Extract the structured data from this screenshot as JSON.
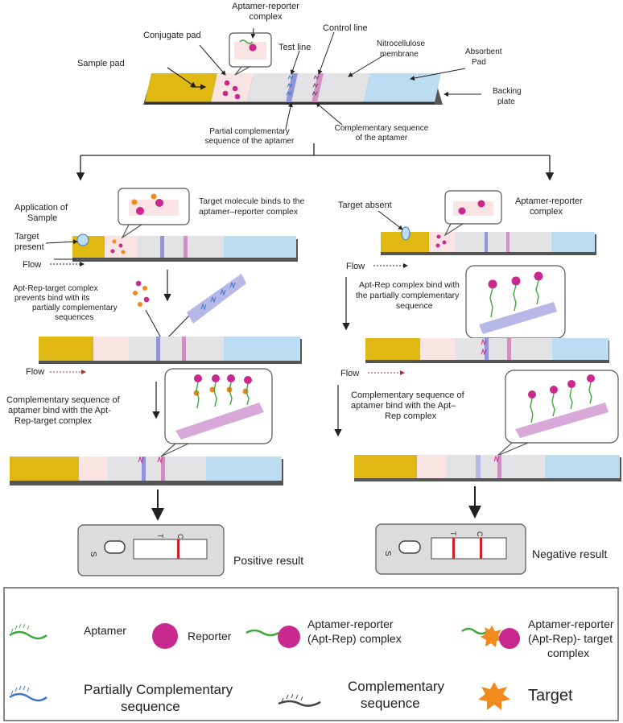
{
  "top_strip": {
    "sample_pad": "Sample pad",
    "conjugate_pad": "Conjugate pad",
    "aptamer_reporter_complex": [
      "Aptamer-reporter",
      "complex"
    ],
    "test_line": "Test line",
    "control_line": "Control line",
    "nitrocellulose": [
      "Nitrocellulose",
      "membrane"
    ],
    "absorbent_pad": [
      "Absorbent",
      "Pad"
    ],
    "backing_plate": [
      "Backing",
      "plate"
    ],
    "partial_comp": [
      "Partial complementary",
      "sequence of the aptamer"
    ],
    "complementary": [
      "Complementary sequence",
      "of the aptamer"
    ]
  },
  "left_branch": {
    "application": [
      "Application of",
      "Sample"
    ],
    "target_present": [
      "Target",
      "present"
    ],
    "target_binds": [
      "Target molecule binds to the",
      "aptamer–reporter complex"
    ],
    "flow1": "Flow",
    "prevents": [
      "Apt-Rep-target complex",
      "prevents bind with its",
      "partially complementary",
      "sequences"
    ],
    "flow2": "Flow",
    "comp_bind": [
      "Complementary sequence of",
      "aptamer bind with the  Apt-",
      "Rep-target complex"
    ],
    "result": "Positive result",
    "cassette_s": "S",
    "cassette_t": "T",
    "cassette_c": "C"
  },
  "right_branch": {
    "target_absent": "Target absent",
    "apt_rep_complex": [
      "Aptamer-reporter",
      "complex"
    ],
    "flow1": "Flow",
    "apt_rep_bind": [
      "Apt-Rep complex bind with",
      "the partially complementary",
      "sequence"
    ],
    "flow2": "Flow",
    "comp_bind": [
      "Complementary sequence of",
      "aptamer bind with the Apt–",
      "Rep complex"
    ],
    "result": "Negative result",
    "cassette_s": "S",
    "cassette_t": "T",
    "cassette_c": "C"
  },
  "legend": {
    "aptamer": "Aptamer",
    "reporter": "Reporter",
    "apt_rep": [
      "Aptamer-reporter",
      "(Apt-Rep) complex"
    ],
    "apt_rep_target": [
      "Aptamer-reporter",
      "(Apt-Rep)- target",
      "complex"
    ],
    "partial": [
      "Partially Complementary",
      "sequence"
    ],
    "complementary": [
      "Complementary",
      "sequence"
    ],
    "target": "Target"
  },
  "colors": {
    "sample_pad": "#e0b814",
    "conjugate_pad": "#f9e3e3",
    "membrane": "#e3e3e6",
    "absorbent": "#bcdcf2",
    "test_line": "#8f95d8",
    "control_line": "#cf8fc0",
    "reporter": "#c9288e",
    "aptamer": "#3fa83a",
    "target": "#f08a1c",
    "partial_seq": "#3a77c9",
    "comp_seq": "#444444",
    "result_line": "#d0202a"
  }
}
